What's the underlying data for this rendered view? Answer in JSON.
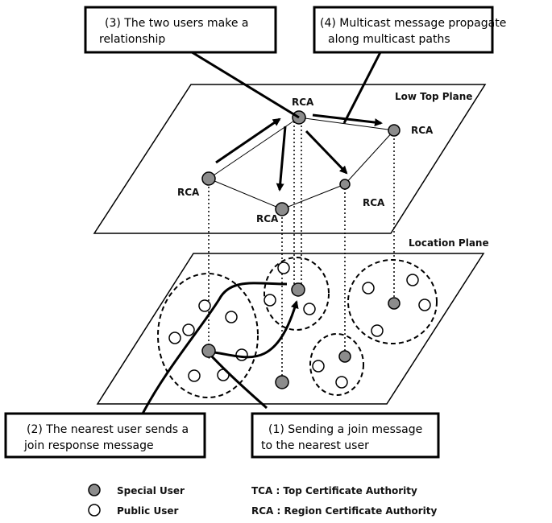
{
  "planes": {
    "top": "Low Top Plane",
    "bottom": "Location Plane"
  },
  "nodes": {
    "rca_top": "RCA",
    "rca_right": "RCA",
    "rca_left": "RCA",
    "rca_center": "RCA",
    "rca_lower_right": "RCA"
  },
  "callouts": {
    "c3": {
      "line1": "(3) The two users make a",
      "line2": "relationship"
    },
    "c4": {
      "line1": "(4) Multicast message propagate",
      "line2": "along multicast paths"
    },
    "c2": {
      "line1": "(2) The nearest user sends a",
      "line2": "join response message"
    },
    "c1": {
      "line1": "(1) Sending a join message",
      "line2": "to the nearest user"
    }
  },
  "legend": {
    "special_user": "Special User",
    "public_user": "Public User",
    "tca": "TCA : Top Certificate Authority",
    "rca": "RCA : Region Certificate Authority"
  },
  "colors": {
    "special_user": "#8c8c8c",
    "public_user": "#ffffff",
    "stroke": "#000000"
  }
}
